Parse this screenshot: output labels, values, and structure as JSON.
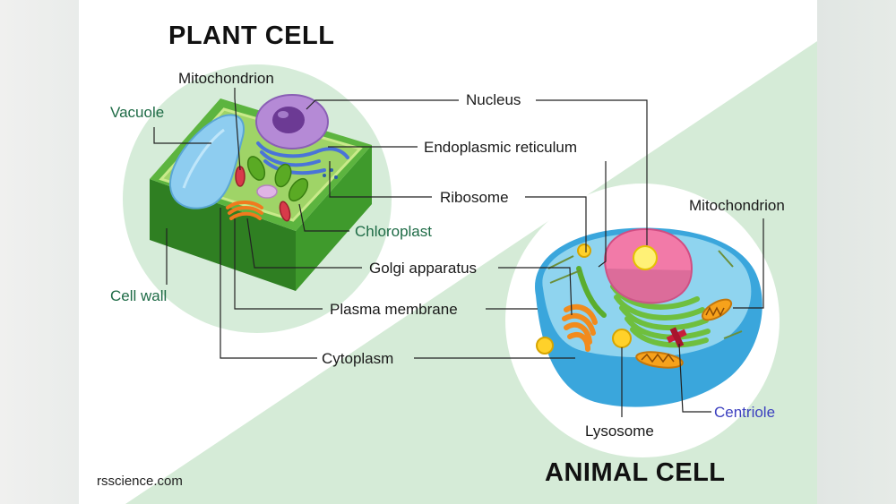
{
  "titles": {
    "plant": "PLANT CELL",
    "animal": "ANIMAL CELL"
  },
  "credit": "rsscience.com",
  "labels": {
    "mitochondrion_plant": "Mitochondrion",
    "vacuole": "Vacuole",
    "cell_wall": "Cell wall",
    "chloroplast": "Chloroplast",
    "nucleus": "Nucleus",
    "endoplasmic_reticulum": "Endoplasmic reticulum",
    "ribosome": "Ribosome",
    "golgi_apparatus": "Golgi apparatus",
    "plasma_membrane": "Plasma membrane",
    "cytoplasm": "Cytoplasm",
    "mitochondrion_animal": "Mitochondrion",
    "lysosome": "Lysosome",
    "centriole": "Centriole"
  },
  "colors": {
    "plant_label": "#1e6b46",
    "animal_label": "#3b3fbf",
    "background_green": "#d4ead6",
    "background_white": "#ffffff"
  }
}
